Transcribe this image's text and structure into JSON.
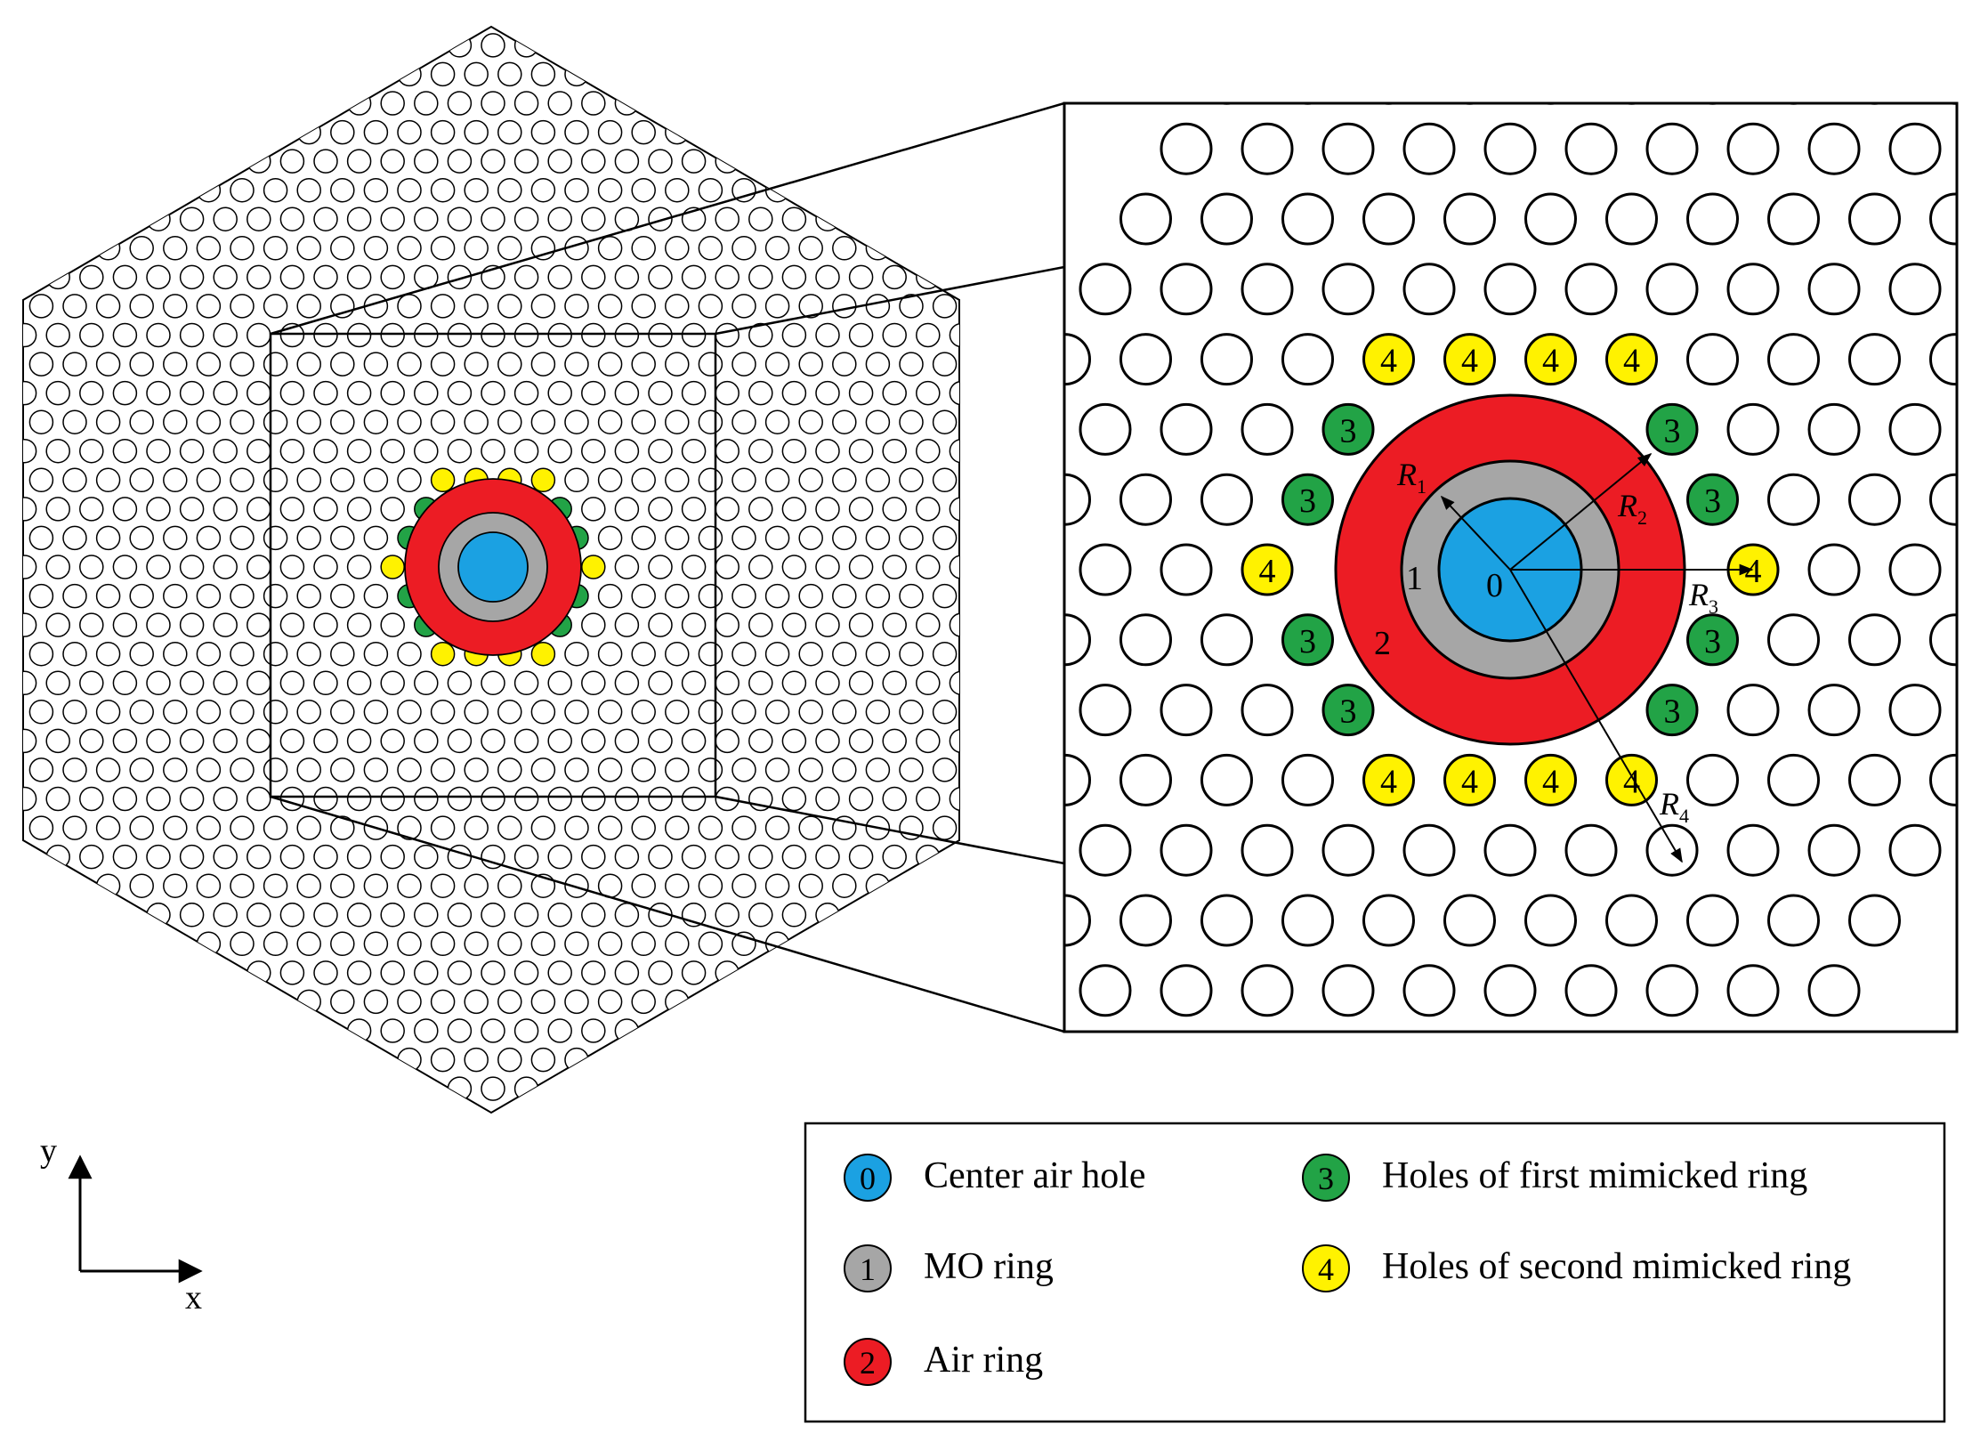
{
  "regions": [
    {
      "id": "0",
      "label": "0",
      "name": "Center air hole",
      "color": "#1ba1e2"
    },
    {
      "id": "1",
      "label": "1",
      "name": "MO ring",
      "color": "#a6a6a6"
    },
    {
      "id": "2",
      "label": "2",
      "name": "Air ring",
      "color": "#ec1c24"
    },
    {
      "id": "3",
      "label": "3",
      "name": "Holes of first mimicked ring",
      "color": "#22a346"
    },
    {
      "id": "4",
      "label": "4",
      "name": "Holes of second mimicked ring",
      "color": "#fff200"
    }
  ],
  "radii": {
    "r1": {
      "base": "R",
      "sub": "1"
    },
    "r2": {
      "base": "R",
      "sub": "2"
    },
    "r3": {
      "base": "R",
      "sub": "3"
    },
    "r4": {
      "base": "R",
      "sub": "4"
    }
  },
  "axes": {
    "x_label": "x",
    "y_label": "y"
  }
}
